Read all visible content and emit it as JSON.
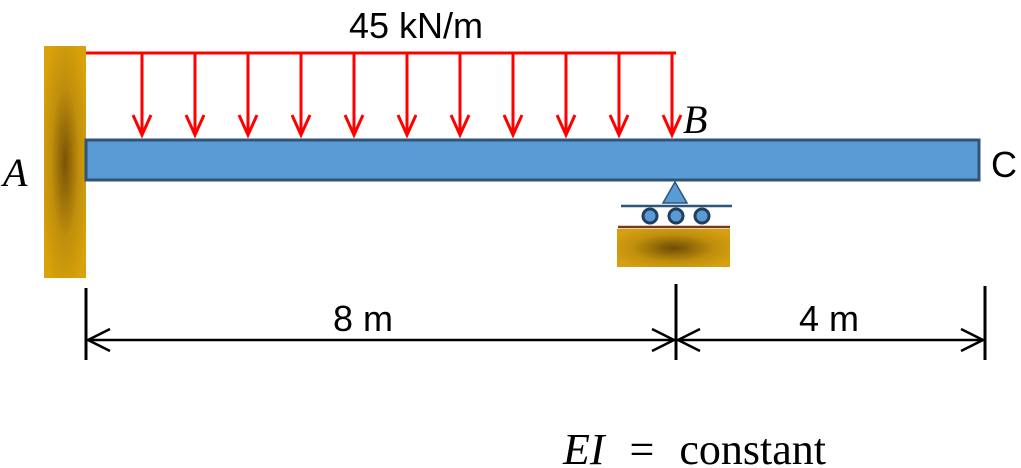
{
  "load": {
    "label": "45 kN/m",
    "arrow_count": 11,
    "color": "#ff0000"
  },
  "points": {
    "a": "A",
    "b": "B",
    "c": "C"
  },
  "dimensions": {
    "ab": "8 m",
    "bc": "4 m"
  },
  "note": {
    "ei": "EI",
    "equals": "=",
    "constant": "constant"
  },
  "colors": {
    "beam_fill": "#5b9bd5",
    "beam_stroke": "#2f5578",
    "wall": "#c8960a",
    "dim_line": "#000000"
  }
}
